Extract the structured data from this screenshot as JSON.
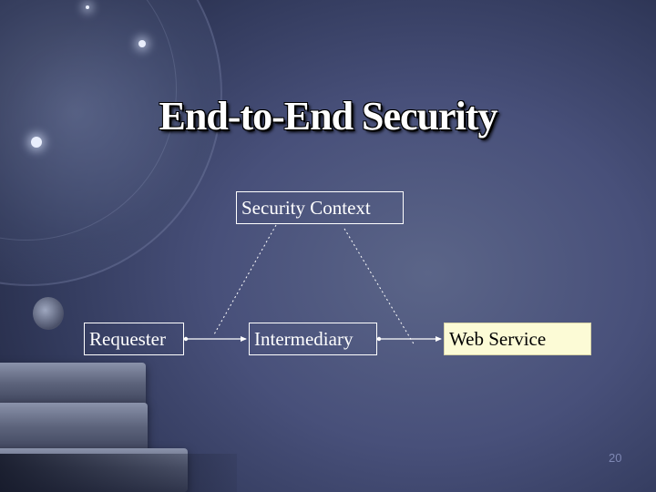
{
  "slide": {
    "title": "End-to-End Security",
    "page_number": "20"
  },
  "diagram": {
    "context_label": "Security Context",
    "nodes": [
      {
        "id": "requester",
        "label": "Requester"
      },
      {
        "id": "intermediary",
        "label": "Intermediary"
      },
      {
        "id": "web_service",
        "label": "Web Service"
      }
    ],
    "colors": {
      "highlight_fill": "#fcfbd6",
      "line": "#ffffff"
    }
  }
}
